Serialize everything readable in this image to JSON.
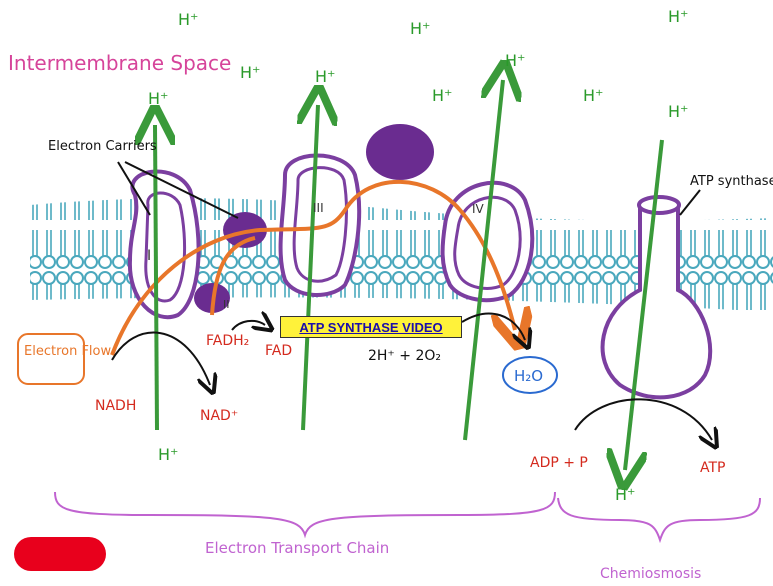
{
  "title": "Intermembrane Space",
  "labels": {
    "electron_carriers": "Electron Carriers",
    "electron_flow": "Electron Flow",
    "atp_synthase": "ATP synthase",
    "nadh": "NADH",
    "nad_plus": "NAD⁺",
    "fadh2": "FADH₂",
    "fad": "FAD",
    "reaction": "2H⁺ + 2O₂",
    "water": "H₂O",
    "adp_p": "ADP + P",
    "atp": "ATP",
    "etc": "Electron Transport Chain",
    "chemiosmosis": "Chemiosmosis",
    "complex_1": "I",
    "complex_2": "II",
    "complex_3": "III",
    "complex_4": "IV",
    "proton": "H⁺"
  },
  "link": {
    "label": "ATP SYNTHASE VIDEO"
  },
  "colors": {
    "title": "#d6449a",
    "proton": "#2a9a2a",
    "arrow_green": "#3a9a3a",
    "membrane": "#5ab5c8",
    "protein": "#7b3fa0",
    "protein_fill": "#6a2c90",
    "flow": "#e8762a",
    "red_text": "#d42a1e",
    "brace": "#c063d0",
    "water": "#2a6ad0"
  }
}
